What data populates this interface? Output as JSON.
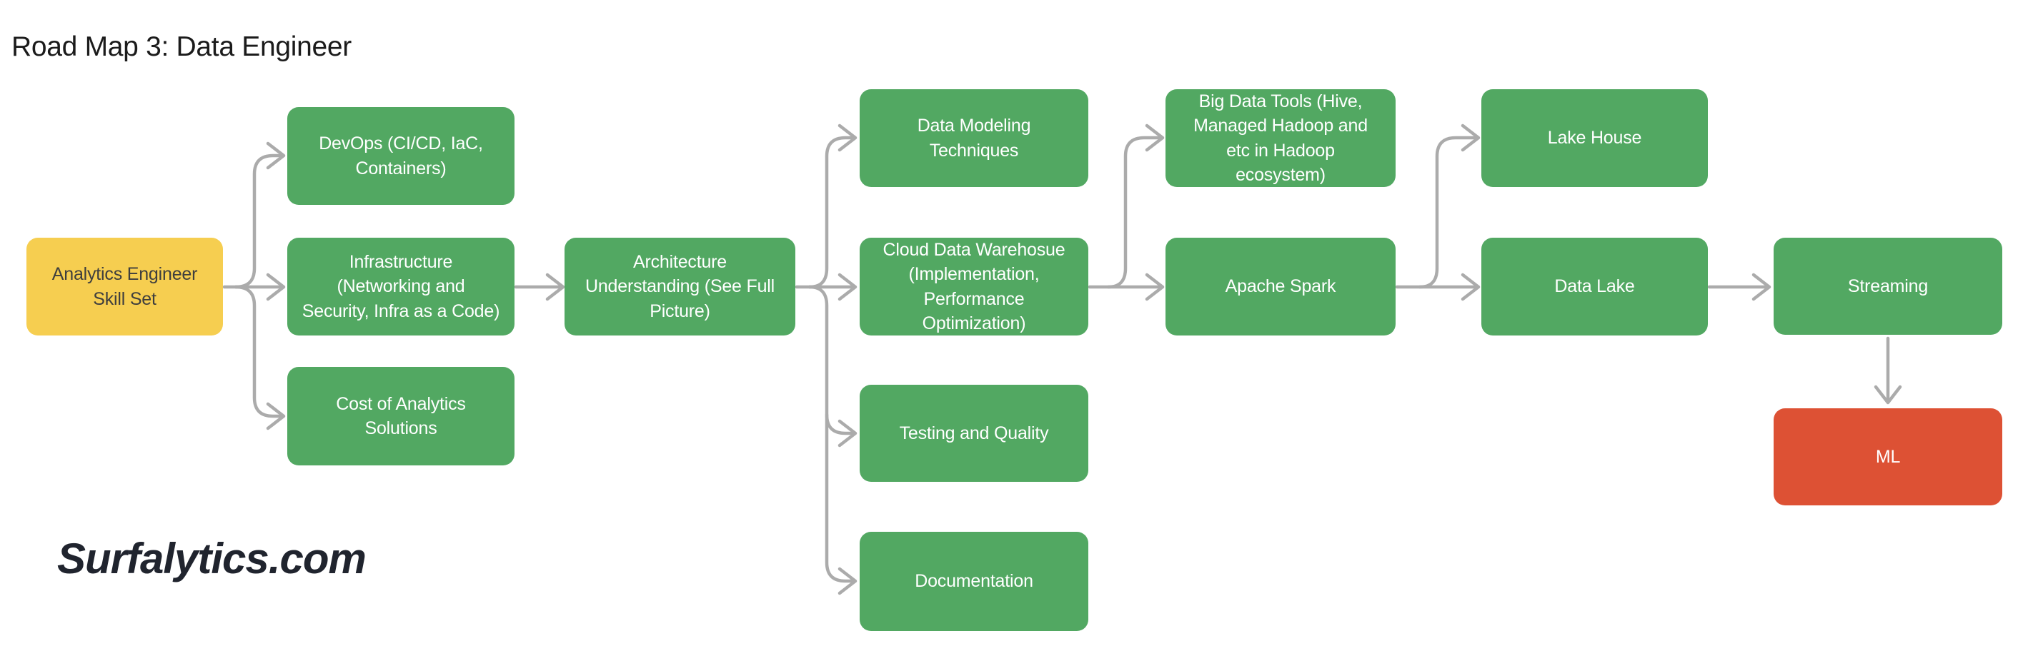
{
  "title": "Road Map 3: Data Engineer",
  "watermark": "Surfalytics.com",
  "colors": {
    "green": "#52A862",
    "yellow": "#F6CE50",
    "red": "#DD5134",
    "connector": "#ABABAB",
    "node_text": "#FFFFFF",
    "yellow_node_text": "#3E3E3E",
    "title_text": "#1B1B1B"
  },
  "nodes": {
    "skillset": {
      "label": "Analytics Engineer Skill Set",
      "type": "yellow"
    },
    "devops": {
      "label": "DevOps (CI/CD, IaC, Containers)",
      "type": "green"
    },
    "infrastructure": {
      "label": "Infrastructure (Networking and Security, Infra as a Code)",
      "type": "green"
    },
    "cost": {
      "label": "Cost of Analytics Solutions",
      "type": "green"
    },
    "architecture": {
      "label": "Architecture Understanding (See Full Picture)",
      "type": "green"
    },
    "data_modeling": {
      "label": "Data Modeling Techniques",
      "type": "green"
    },
    "cloud_dw": {
      "label": "Cloud Data Warehosue (Implementation, Performance Optimization)",
      "type": "green"
    },
    "testing": {
      "label": "Testing and Quality",
      "type": "green"
    },
    "documentation": {
      "label": "Documentation",
      "type": "green"
    },
    "big_data_tools": {
      "label": "Big Data Tools (Hive, Managed Hadoop and etc in Hadoop ecosystem)",
      "type": "green"
    },
    "apache_spark": {
      "label": "Apache Spark",
      "type": "green"
    },
    "lake_house": {
      "label": "Lake House",
      "type": "green"
    },
    "data_lake": {
      "label": "Data Lake",
      "type": "green"
    },
    "streaming": {
      "label": "Streaming",
      "type": "green"
    },
    "ml": {
      "label": "ML",
      "type": "red"
    }
  },
  "edges": [
    {
      "from": "skillset",
      "to": "devops"
    },
    {
      "from": "skillset",
      "to": "infrastructure"
    },
    {
      "from": "skillset",
      "to": "cost"
    },
    {
      "from": "infrastructure",
      "to": "architecture"
    },
    {
      "from": "architecture",
      "to": "data_modeling"
    },
    {
      "from": "architecture",
      "to": "cloud_dw"
    },
    {
      "from": "architecture",
      "to": "testing"
    },
    {
      "from": "architecture",
      "to": "documentation"
    },
    {
      "from": "cloud_dw",
      "to": "big_data_tools"
    },
    {
      "from": "cloud_dw",
      "to": "apache_spark"
    },
    {
      "from": "apache_spark",
      "to": "lake_house"
    },
    {
      "from": "apache_spark",
      "to": "data_lake"
    },
    {
      "from": "data_lake",
      "to": "streaming"
    },
    {
      "from": "streaming",
      "to": "ml"
    }
  ]
}
